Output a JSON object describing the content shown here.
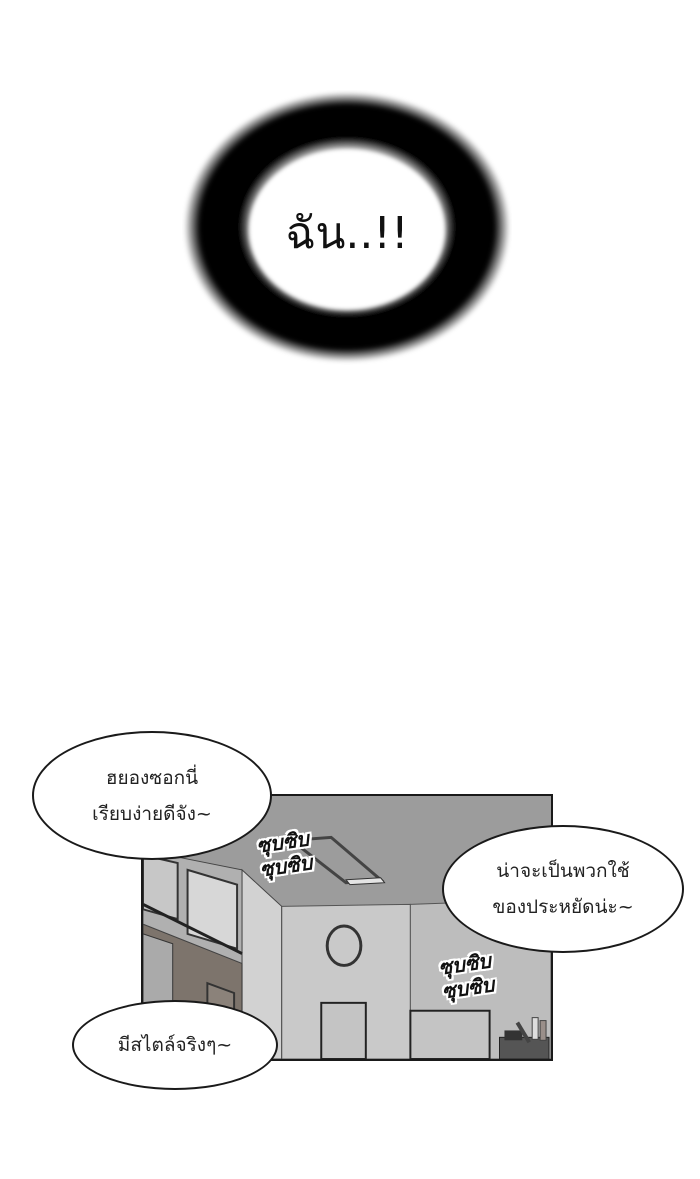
{
  "burst_bubble": {
    "text": "ฉัน..!!"
  },
  "panel": {
    "scene": "school-hallway-interior",
    "colors": {
      "border": "#1a1a1a",
      "ceiling": "#9a9a9a",
      "wall": "#c4c4c4",
      "brown_wall": "#7d746c"
    }
  },
  "bubbles": [
    {
      "lines": [
        "ฮยองซอกนี่",
        "เรียบง่ายดีจัง~"
      ]
    },
    {
      "lines": [
        "น่าจะเป็นพวกใช้",
        "ของประหยัดน่ะ~"
      ]
    },
    {
      "lines": [
        "มีสไตล์จริงๆ~"
      ]
    }
  ],
  "sfx": [
    {
      "lines": [
        "ซุบซิบ",
        "ซุบซิบ"
      ]
    },
    {
      "lines": [
        "ซุบซิบ",
        "ซุบซิบ"
      ]
    }
  ]
}
